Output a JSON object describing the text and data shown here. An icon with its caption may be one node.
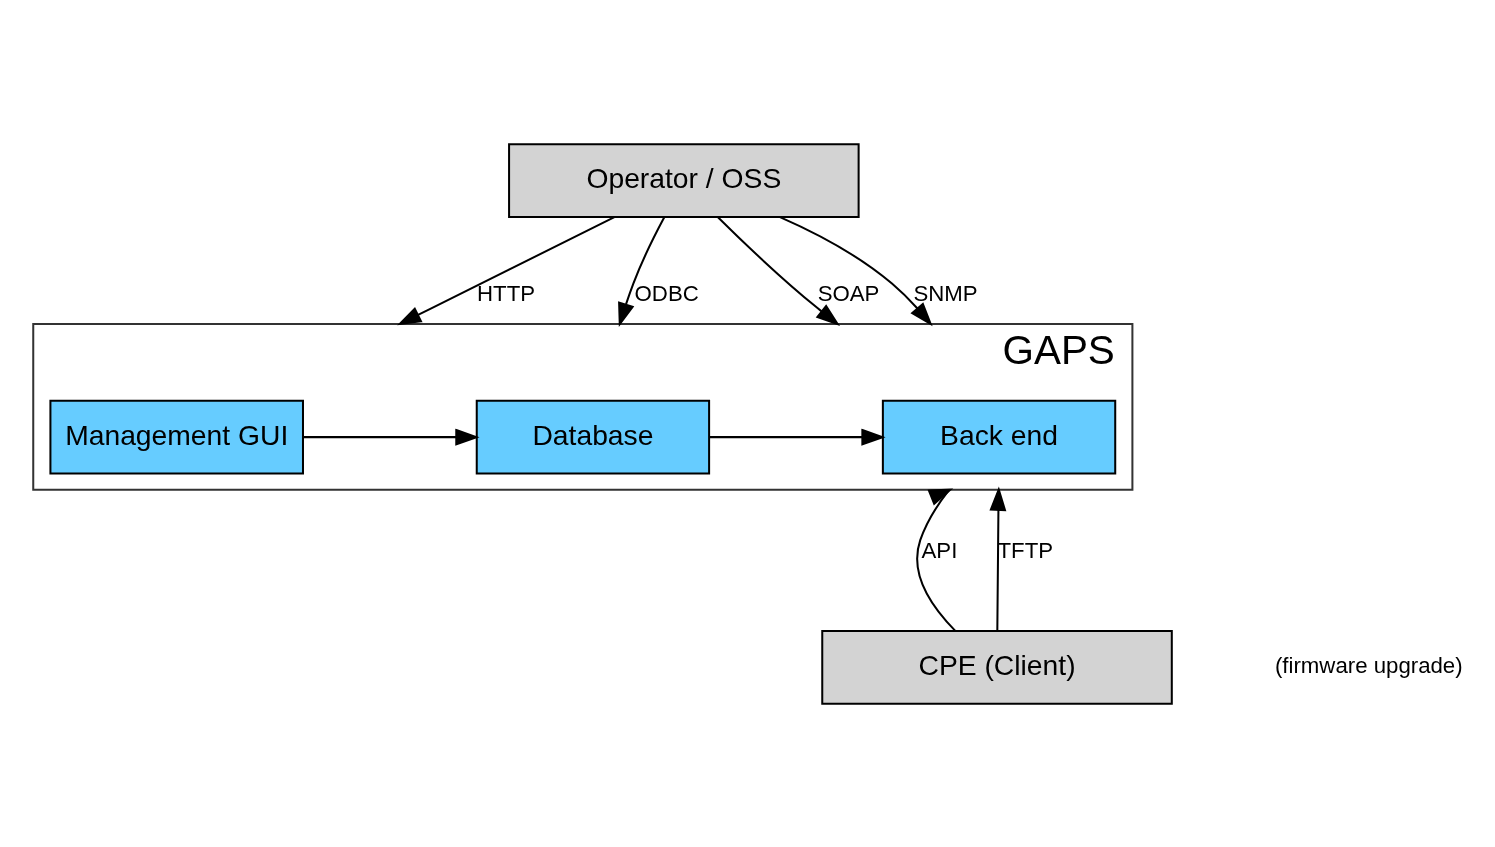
{
  "diagram": {
    "nodes": [
      {
        "text": [
          "Operator / OSS"
        ]
      },
      {
        "text": [
          "GAPS"
        ]
      },
      {
        "text": [
          "Management GUI"
        ],
        "in": 1
      },
      {
        "text": [
          "Database"
        ],
        "in": 1
      },
      {
        "text": [
          "Back end"
        ],
        "in": 1
      },
      {
        "text": [
          "CPE (Client)"
        ]
      }
    ],
    "edges": [
      {
        "from": 0,
        "to": 1,
        "arrow": "to",
        "label": "HTTP"
      },
      {
        "from": 0,
        "to": 1,
        "arrow": "to",
        "label": "ODBC"
      },
      {
        "from": 0,
        "to": 1,
        "arrow": "to",
        "label": "SOAP"
      },
      {
        "from": 0,
        "to": 1,
        "arrow": "to",
        "label": "SNMP"
      },
      {
        "from": 2,
        "to": 3,
        "arrow": "to"
      },
      {
        "from": 3,
        "to": 4,
        "arrow": "to"
      },
      {
        "from": 5,
        "to": 1,
        "arrow": "to",
        "label": "API"
      },
      {
        "from": 5,
        "to": 1,
        "arrow": "to",
        "label": "TFTP"
      }
    ],
    "labels": [
      "(firmware upgrade)"
    ]
  }
}
